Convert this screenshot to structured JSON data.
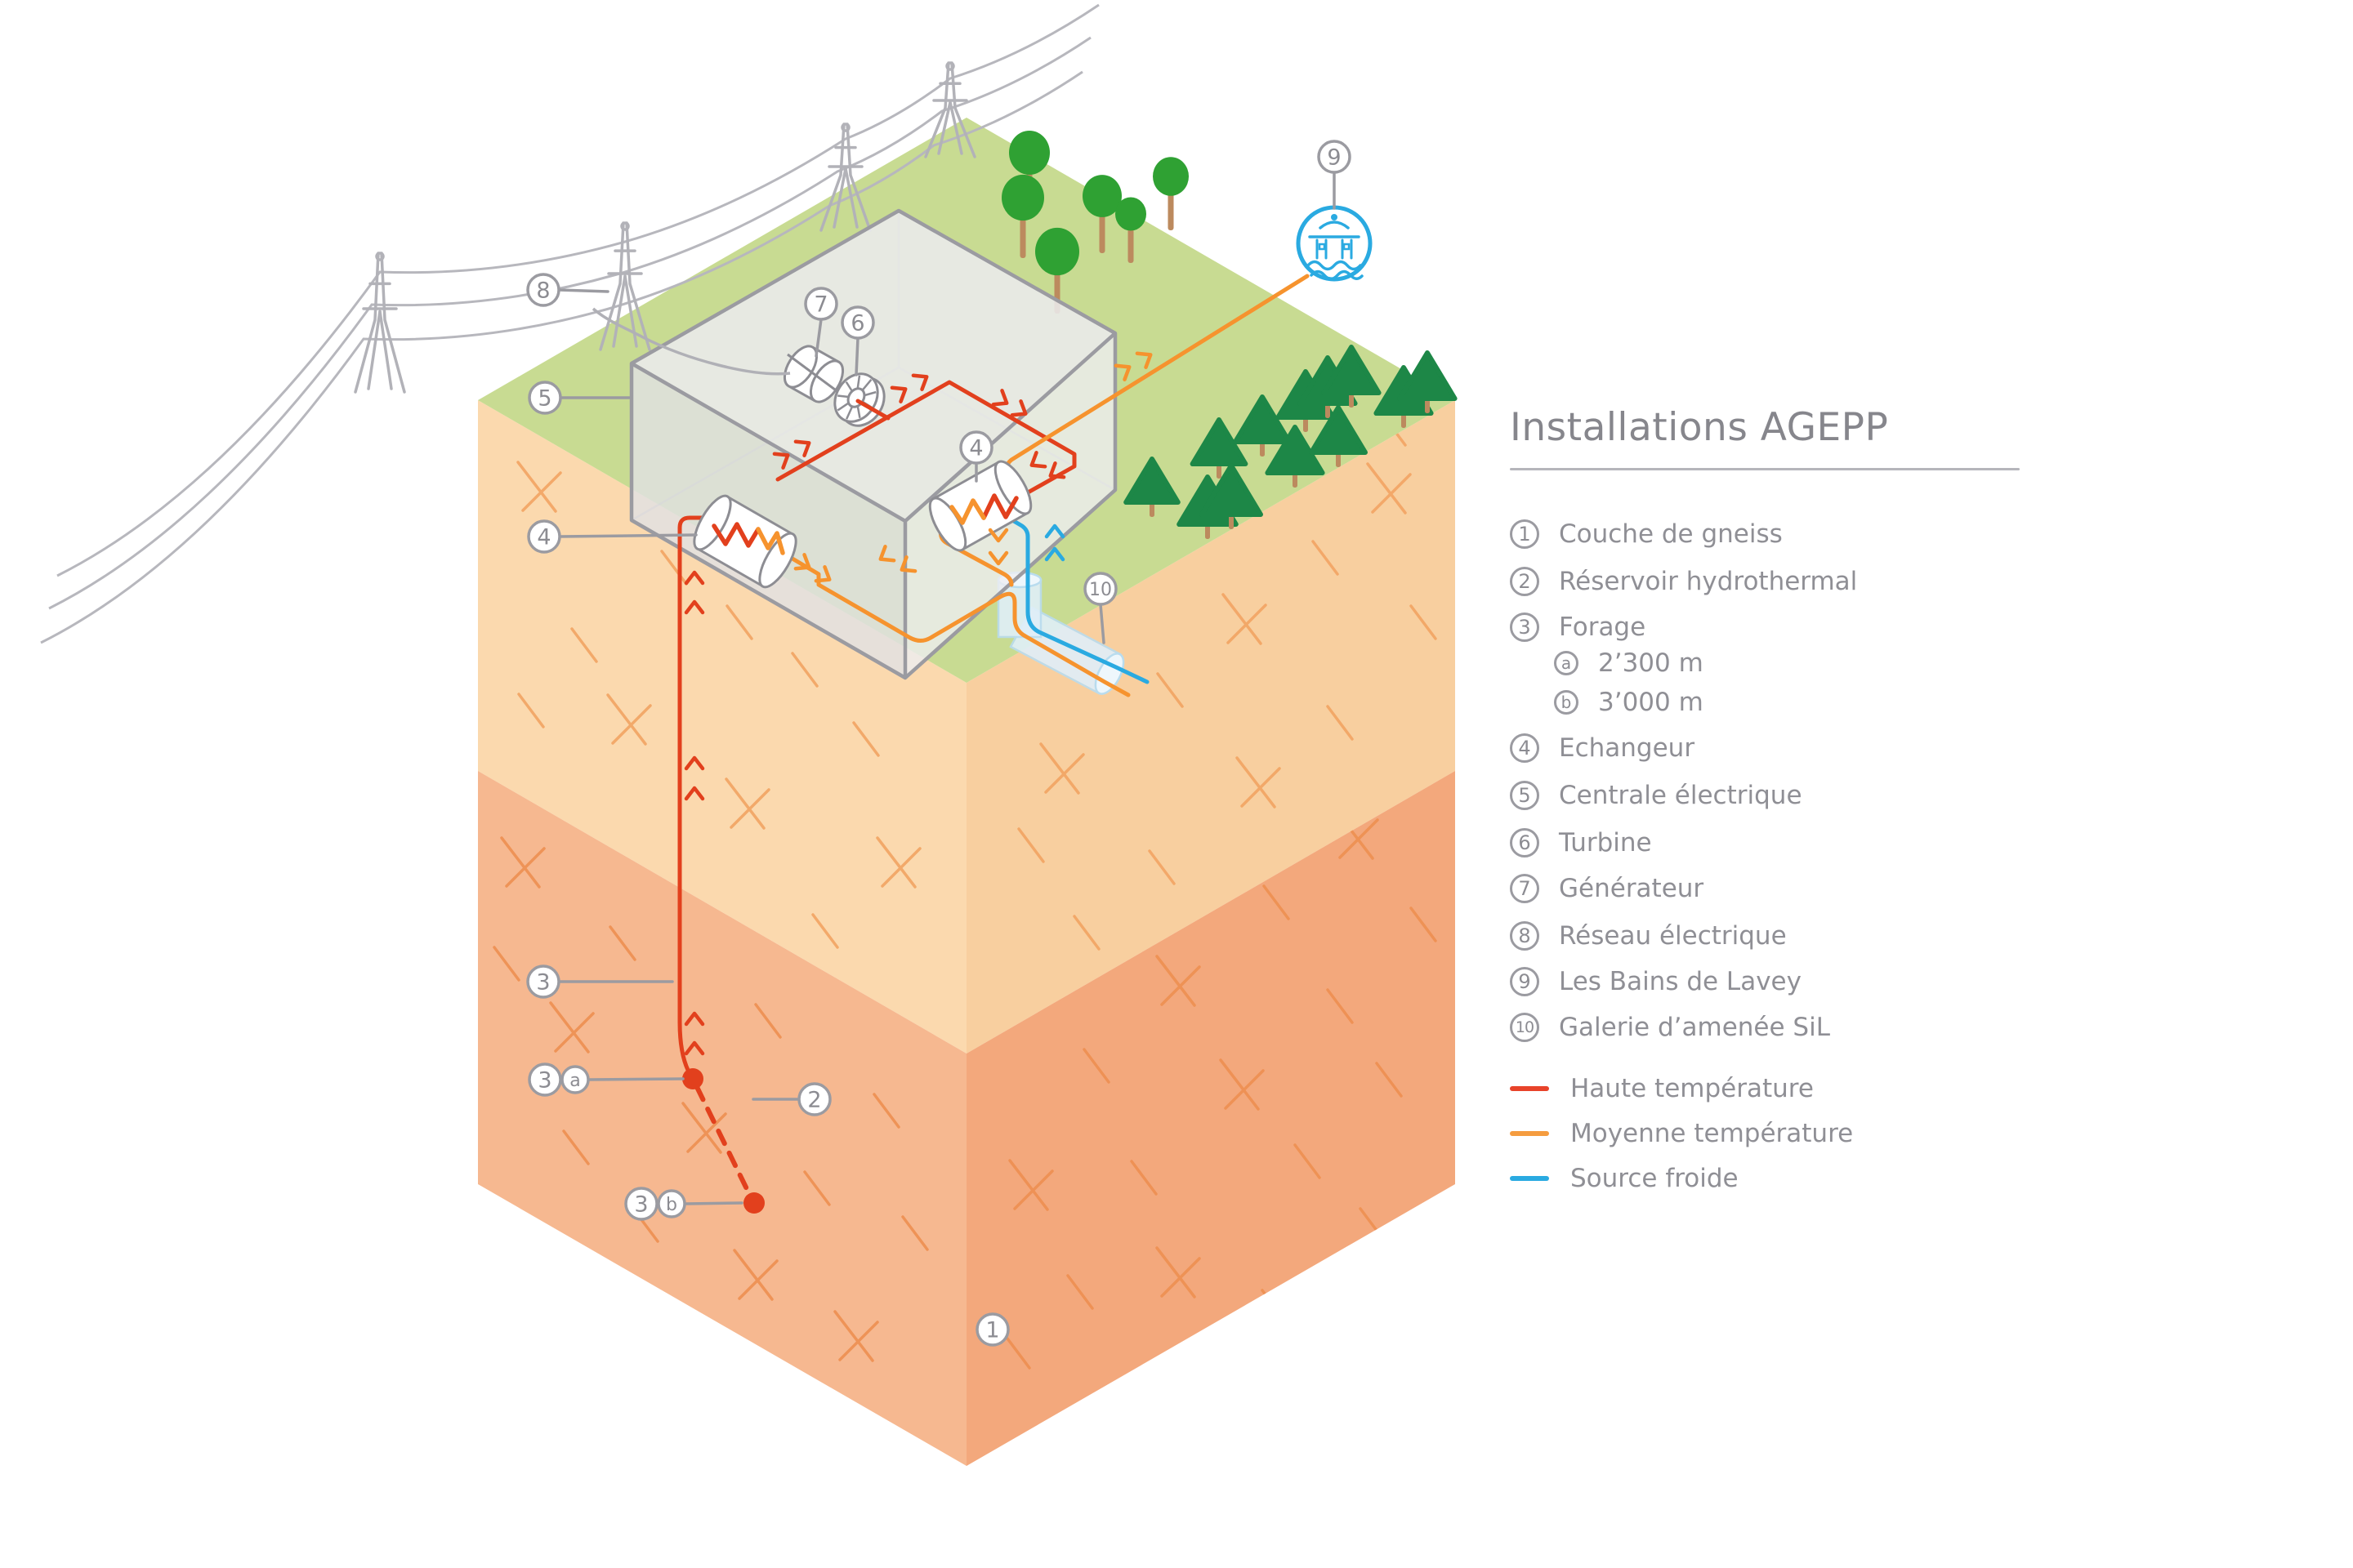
{
  "legend": {
    "title": "Installations AGEPP",
    "items": [
      {
        "num": "1",
        "label": "Couche de gneiss",
        "sub": false
      },
      {
        "num": "2",
        "label": "Réservoir hydrothermal",
        "sub": false
      },
      {
        "num": "3",
        "label": "Forage",
        "sub": false
      },
      {
        "num": "a",
        "label": "2’300 m",
        "sub": true
      },
      {
        "num": "b",
        "label": "3’000 m",
        "sub": true
      },
      {
        "num": "4",
        "label": "Echangeur",
        "sub": false
      },
      {
        "num": "5",
        "label": "Centrale électrique",
        "sub": false
      },
      {
        "num": "6",
        "label": "Turbine",
        "sub": false
      },
      {
        "num": "7",
        "label": "Générateur",
        "sub": false
      },
      {
        "num": "8",
        "label": "Réseau électrique",
        "sub": false
      },
      {
        "num": "9",
        "label": "Les Bains de Lavey",
        "sub": false
      },
      {
        "num": "10",
        "label": "Galerie d’amenée SiL",
        "sub": false
      }
    ],
    "lines": [
      {
        "label": "Haute température",
        "color": "#e8432a"
      },
      {
        "label": "Moyenne température",
        "color": "#f59c3f"
      },
      {
        "label": "Source froide",
        "color": "#2aaae1"
      }
    ]
  },
  "diagram": {
    "callouts": [
      "8",
      "5",
      "4",
      "7",
      "6",
      "4",
      "9",
      "10",
      "3",
      "3",
      "a",
      "3",
      "b",
      "2",
      "1"
    ]
  },
  "colors": {
    "haute": "#e2401d",
    "moyenne": "#f6932e",
    "froide": "#2aaae1",
    "surface_green": "#c8db92",
    "tree_green": "#2fa133",
    "conifer_green": "#1d8747",
    "trunk": "#bc8a5e",
    "layer_left_upper": "#fbd9ae",
    "layer_left_lower": "#f6b890",
    "layer_right_upper": "#f8cf9f",
    "layer_right_lower": "#f3a87c",
    "hatch_upper": "#f2a463",
    "hatch_lower": "#ee8f51",
    "outline_grey": "#9b9ba1",
    "wire_grey": "#b7b7bd",
    "tube_fill": "#e0eff9",
    "tube_stroke": "#b9dcee"
  }
}
